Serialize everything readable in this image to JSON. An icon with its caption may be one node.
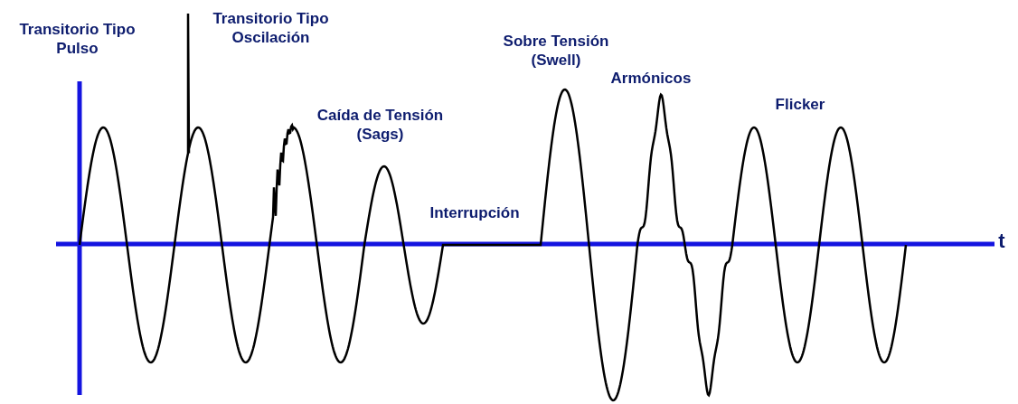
{
  "diagram": {
    "labels": [
      "Transitorio Tipo Pulso",
      "Transitorio Tipo Oscilación",
      "Caída de Tensión (Sags)",
      "Interrupción",
      "Sobre Tensión (Swell)",
      "Armónicos",
      "Flicker",
      "t"
    ]
  }
}
